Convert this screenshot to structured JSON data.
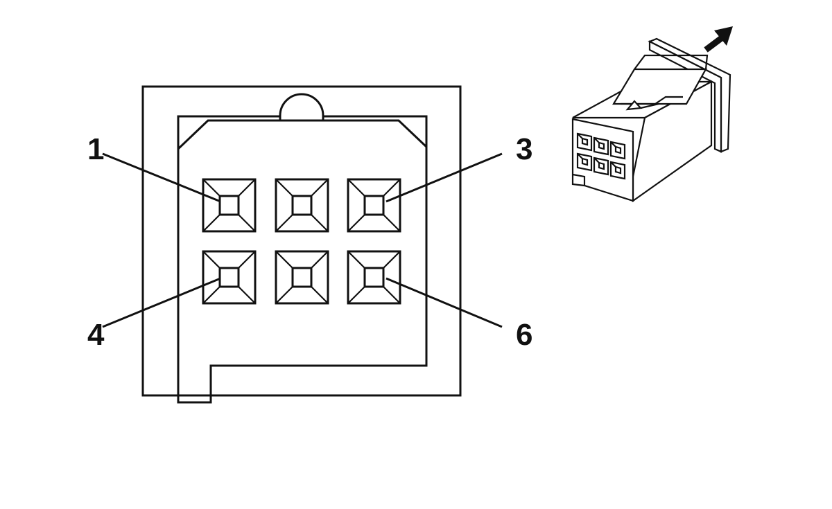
{
  "diagram": {
    "pin_labels": {
      "pin1": "1",
      "pin3": "3",
      "pin4": "4",
      "pin6": "6"
    },
    "terminals": 6,
    "colors": {
      "line": "#111111",
      "background": "#ffffff"
    },
    "icons": {
      "direction_arrow": "arrow-up-right-icon"
    }
  }
}
